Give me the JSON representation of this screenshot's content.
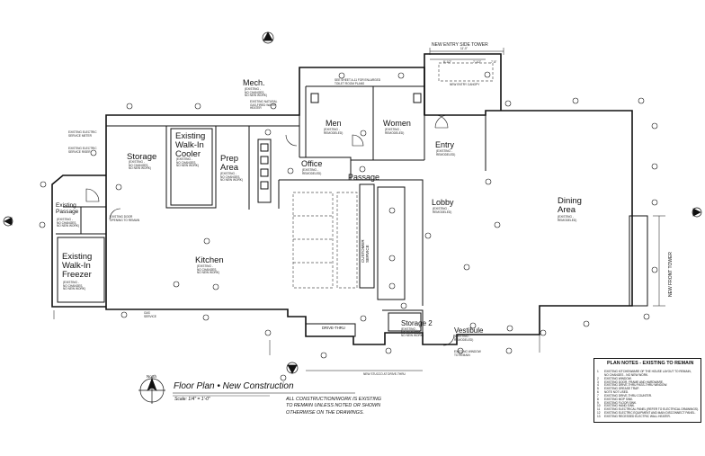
{
  "rooms": {
    "storage": "Storage",
    "cooler": "Existing\nWalk-In\nCooler",
    "prep": "Prep\nArea",
    "mech": "Mech.",
    "men": "Men",
    "women": "Women",
    "office": "Office",
    "passage": "Passage",
    "entry": "Entry",
    "lobby": "Lobby",
    "dining": "Dining\nArea",
    "existing_passage": "Existing\nPassage",
    "freezer": "Existing\nWalk-In\nFreezer",
    "kitchen": "Kitchen",
    "customer_service": "CUSTOMER\nSERVICE",
    "storage2": "Storage 2",
    "vestibule": "Vestibule",
    "drive_thru": "DRIVE-THRU"
  },
  "small_notes": {
    "no_changes": "(EXISTING -\nNO CHANGES,\nNO NEW WORK)",
    "remodeled": "(EXISTING -\nREMODELED)",
    "new_entry_tower": "NEW ENTRY SIDE TOWER",
    "new_front_tower": "NEW FRONT TOWER",
    "toilet_ref": "SEE SHEET A-11 FOR ENLARGED\nTOILET ROOM PLANS",
    "existing_door": "EXISTING DOOR\nOPENING TO REMAIN",
    "water_heater": "EXISTING NATURAL\nGAS-FIRED WATER\nHEATER",
    "electric_meter": "EXISTING ELECTRIC\nSERVICE METER",
    "electric_riser": "EXISTING ELECTRIC\nSERVICE RISER",
    "existing_window": "EXISTING WINDOW\nTO REMAIN",
    "new_stucco": "NEW STUCCO AT DRIVE-THRU",
    "gas_service": "GAS\nSERVICE",
    "new_entry_canopy": "NEW ENTRY CANOPY",
    "dim_top": "11'-0\"",
    "dim_a": "8'-1/2\"",
    "dim_b": "7'-1/2\"",
    "dim_c": "7'-8\""
  },
  "title": {
    "main": "Floor Plan • New Construction",
    "scale": "Scale: 1/4\" = 1'-0\"",
    "north": "North"
  },
  "general_note": "ALL CONSTRUCTION/WORK IS EXISTING\nTO REMAIN UNLESS NOTED OR SHOWN\nOTHERWISE ON THE DRAWINGS.",
  "plan_notes": {
    "heading": "PLAN NOTES - EXISTING TO REMAIN",
    "items": [
      "EXISTING KITCHENWARE OF THE HOUSE LAYOUT TO REMAIN,\nNO CHANGES - NO NEW WORK.",
      "EXISTING WINDOW.",
      "EXISTING DOOR, FRAME AND HARDWARE.",
      "EXISTING DRIVE-THRU PASS-THRU WINDOW.",
      "EXISTING GREASE TRAP.",
      "NOTE NOT USED.",
      "EXISTING DRIVE-THRU COUNTER.",
      "EXISTING MOP SINK.",
      "EXISTING FLOOR SINK.",
      "EXISTING HAND SINK.",
      "EXISTING ELECTRICAL PANEL (REFER TO ELECTRICAL DRAWINGS).",
      "EXISTING ELECTRIC EQUIPMENT AND MAIN DISCONNECT PANEL.",
      "EXISTING RECESSED ELECTRIC WALL HEATER."
    ]
  }
}
